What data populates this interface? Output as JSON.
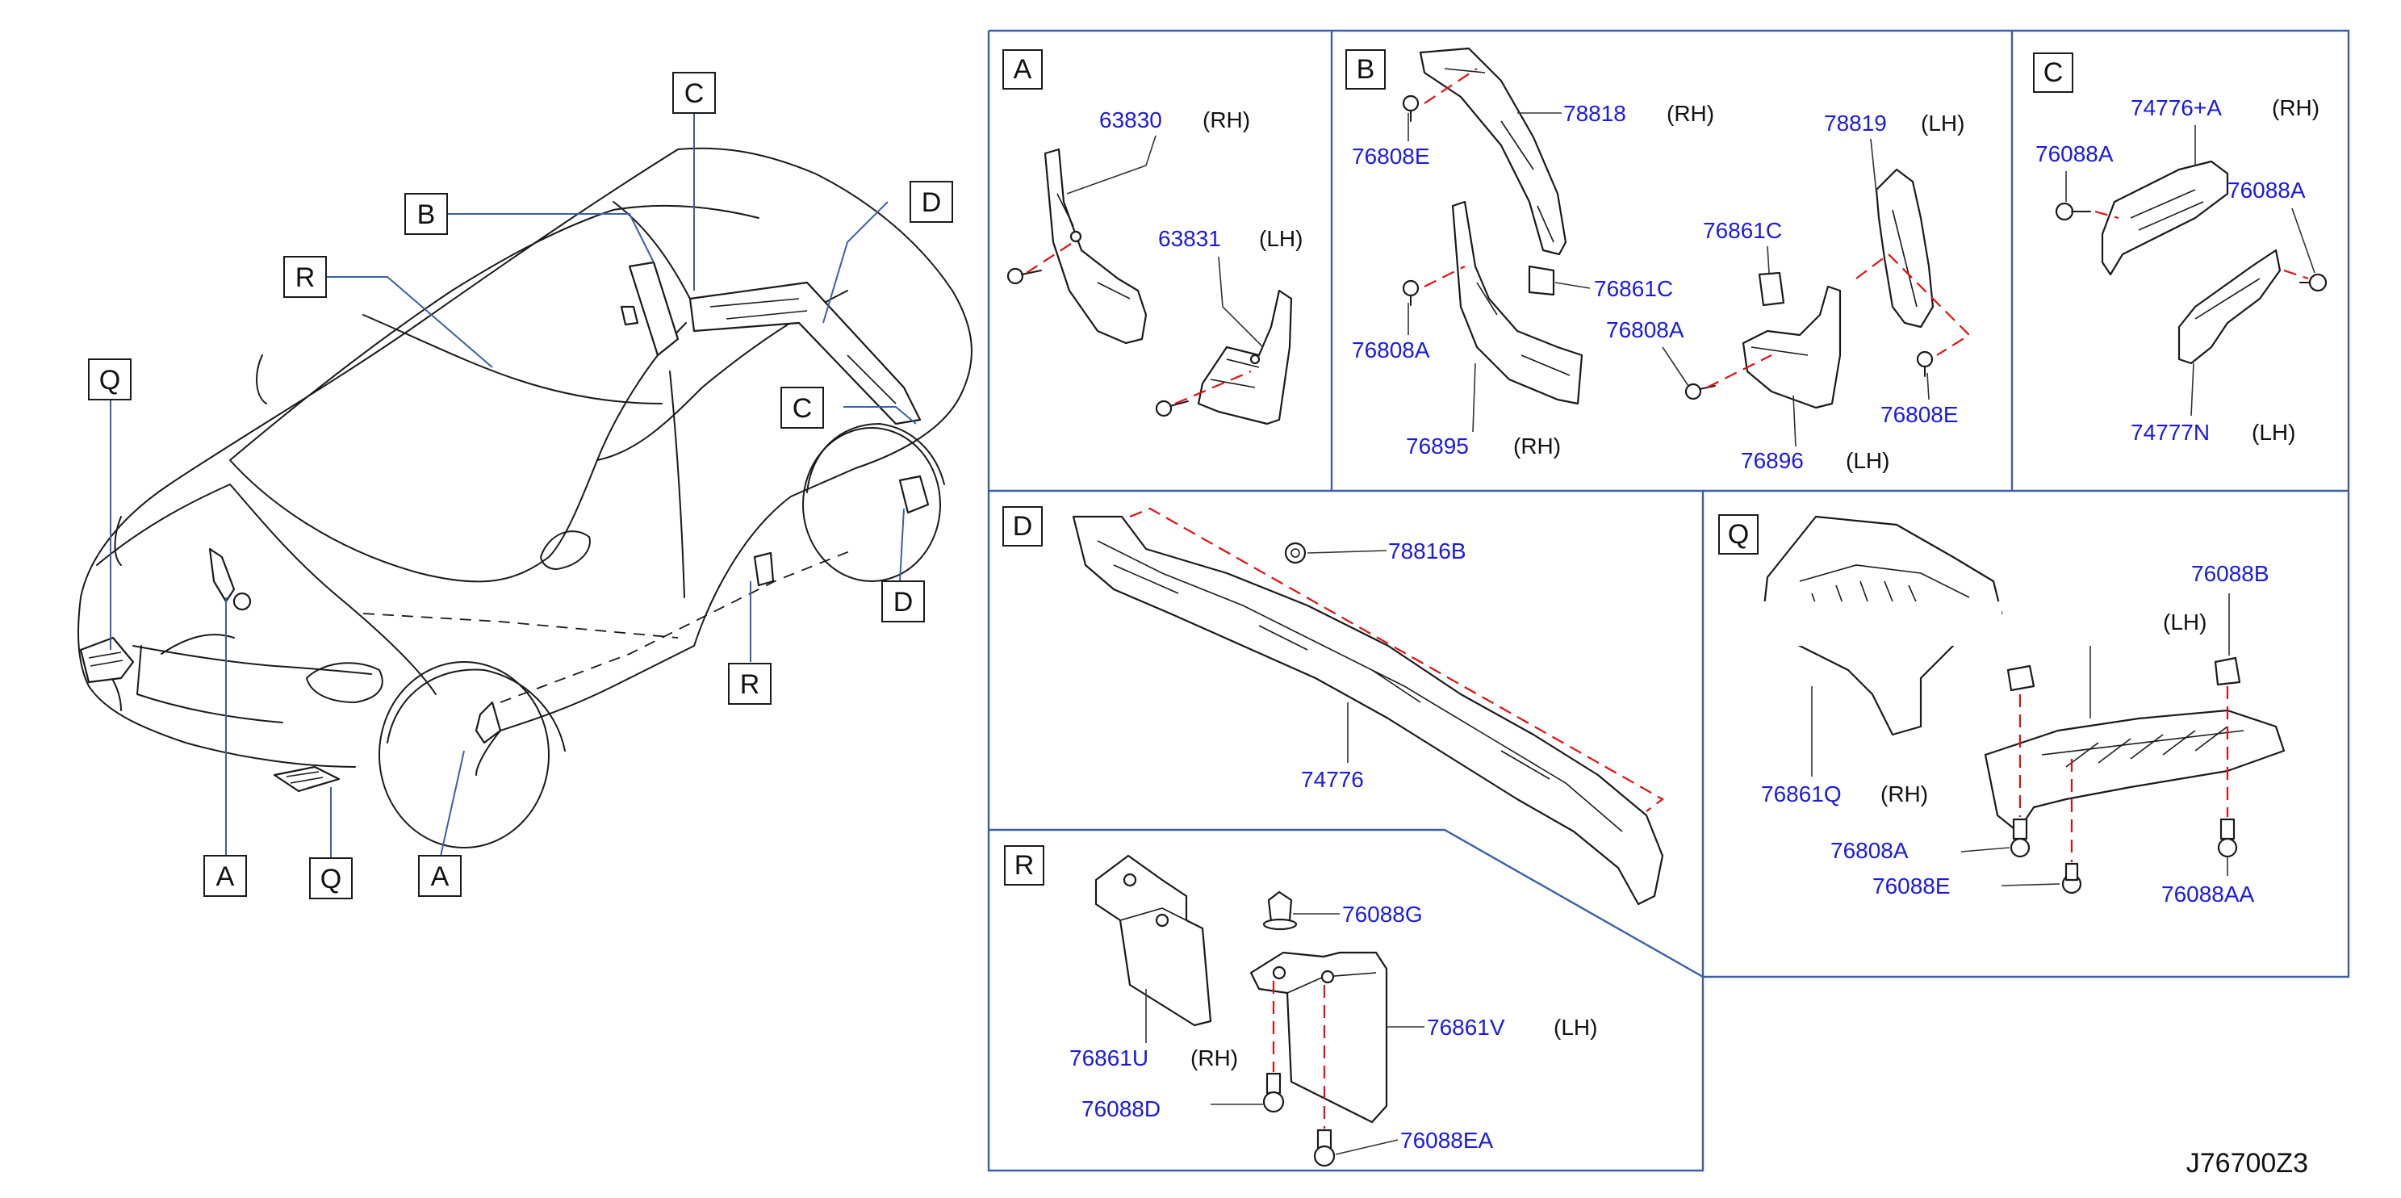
{
  "overview_labels": {
    "q_top": "Q",
    "r_top": "R",
    "b_top": "B",
    "c_top": "C",
    "d_top": "D",
    "c_mid": "C",
    "d_mid": "D",
    "r_bot": "R",
    "a_left": "A",
    "q_bot": "Q",
    "a_right": "A"
  },
  "panels": {
    "A": {
      "letter": "A",
      "parts": [
        {
          "no": "63830",
          "side": "(RH)"
        },
        {
          "no": "63831",
          "side": "(LH)"
        }
      ]
    },
    "B": {
      "letter": "B",
      "parts": [
        {
          "no": "78818",
          "side": "(RH)"
        },
        {
          "no": "76808E",
          "side": ""
        },
        {
          "no": "78819",
          "side": "(LH)"
        },
        {
          "no": "76861C",
          "side": ""
        },
        {
          "no": "76861C",
          "side": ""
        },
        {
          "no": "76808A",
          "side": ""
        },
        {
          "no": "76808A",
          "side": ""
        },
        {
          "no": "76808E",
          "side": ""
        },
        {
          "no": "76895",
          "side": "(RH)"
        },
        {
          "no": "76896",
          "side": "(LH)"
        }
      ]
    },
    "C": {
      "letter": "C",
      "parts": [
        {
          "no": "74776+A",
          "side": "(RH)"
        },
        {
          "no": "76088A",
          "side": ""
        },
        {
          "no": "76088A",
          "side": ""
        },
        {
          "no": "74777N",
          "side": "(LH)"
        }
      ]
    },
    "D": {
      "letter": "D",
      "parts": [
        {
          "no": "78816B",
          "side": ""
        },
        {
          "no": "74776",
          "side": ""
        }
      ]
    },
    "Q": {
      "letter": "Q",
      "parts": [
        {
          "no": "76088B",
          "side": ""
        },
        {
          "no": "76861Q",
          "side": "(RH)"
        },
        {
          "no": "76808A",
          "side": ""
        },
        {
          "no": "76088E",
          "side": ""
        },
        {
          "no": "76088AA",
          "side": ""
        }
      ],
      "obscured_side": "(LH)"
    },
    "R": {
      "letter": "R",
      "parts": [
        {
          "no": "76088G",
          "side": ""
        },
        {
          "no": "76861V",
          "side": "(LH)"
        },
        {
          "no": "76861U",
          "side": "(RH)"
        },
        {
          "no": "76088D",
          "side": ""
        },
        {
          "no": "76088EA",
          "side": ""
        }
      ]
    }
  },
  "diagram_code": "J76700Z3",
  "colors": {
    "part_number": "#1a1ae0",
    "panel_border": "#3a5fa8",
    "dashed_guide": "#e01010",
    "linework": "#1a1a1a"
  }
}
